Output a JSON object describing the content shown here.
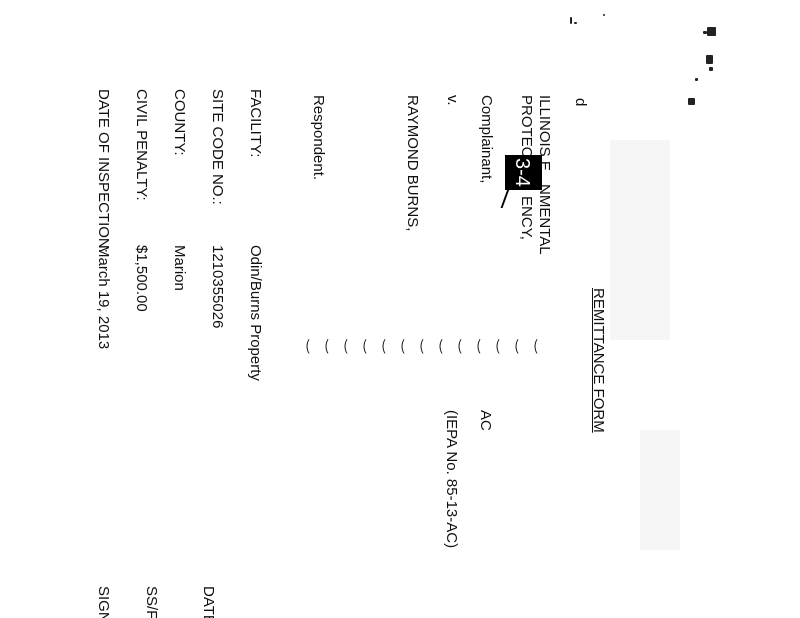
{
  "form": {
    "title": "REMITTANCE FORM",
    "case_letter": "d",
    "agency_line1": "ILLINOIS E",
    "agency_line1_end": "NMENTAL",
    "agency_line2": "PROTECT",
    "agency_line2_end": "ENCY,",
    "complainant_label": "Complainant,",
    "versus": "v.",
    "respondent_name": "RAYMOND BURNS,",
    "respondent_label": "Respondent.",
    "case_code": "AC",
    "case_number": "(IEPA No. 85-13-AC)",
    "stamp_text": "3-4"
  },
  "fields": [
    {
      "label": "FACILITY:",
      "value": "Odin/Burns Property"
    },
    {
      "label": "SITE CODE NO.:",
      "value": "1210355026"
    },
    {
      "label": "COUNTY:",
      "value": "Marion"
    },
    {
      "label": "CIVIL PENALTY:",
      "value": "$1,500.00"
    },
    {
      "label": "DATE OF INSPECTION:",
      "value": "March 19, 2013"
    }
  ],
  "cutoff_labels": {
    "date": "DATE F",
    "ssfei": "SS/FEI",
    "signature": "SIGNA"
  },
  "bracket_glyph": "‿",
  "bracket_count": 13
}
